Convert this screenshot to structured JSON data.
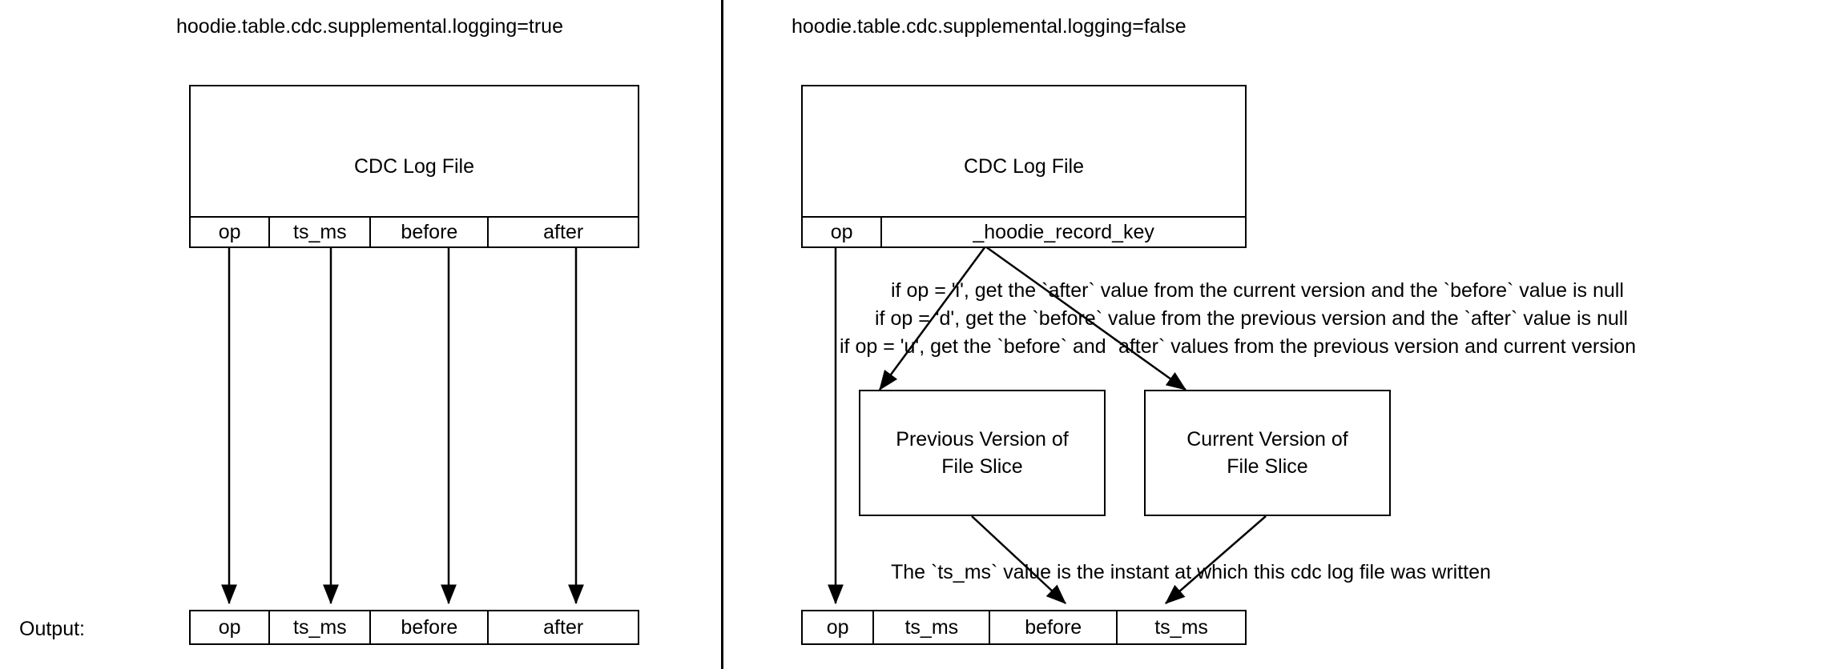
{
  "left_panel": {
    "title": "hoodie.table.cdc.supplemental.logging=true",
    "cdc_box": {
      "label": "CDC Log File",
      "columns": [
        "op",
        "ts_ms",
        "before",
        "after"
      ]
    },
    "output": {
      "label": "Output:",
      "columns": [
        "op",
        "ts_ms",
        "before",
        "after"
      ]
    }
  },
  "right_panel": {
    "title": "hoodie.table.cdc.supplemental.logging=false",
    "cdc_box": {
      "label": "CDC Log File",
      "columns": [
        "op",
        "_hoodie_record_key"
      ]
    },
    "rules": [
      "if op = 'i', get the `after` value from the current version and the `before` value is null",
      "if op = 'd', get the `before` value from the previous version  and the `after` value is null",
      "if op = 'u', get the `before` and `after` values from the previous version and current version"
    ],
    "version_boxes": [
      {
        "line1": "Previous Version of",
        "line2": "File Slice"
      },
      {
        "line1": "Current Version of",
        "line2": "File Slice"
      }
    ],
    "ts_note": "The `ts_ms` value is the instant at which this cdc log file was written",
    "output": {
      "columns": [
        "op",
        "ts_ms",
        "before",
        "ts_ms"
      ]
    }
  },
  "colors": {
    "stroke": "#000000",
    "background": "#ffffff",
    "text": "#000000"
  }
}
